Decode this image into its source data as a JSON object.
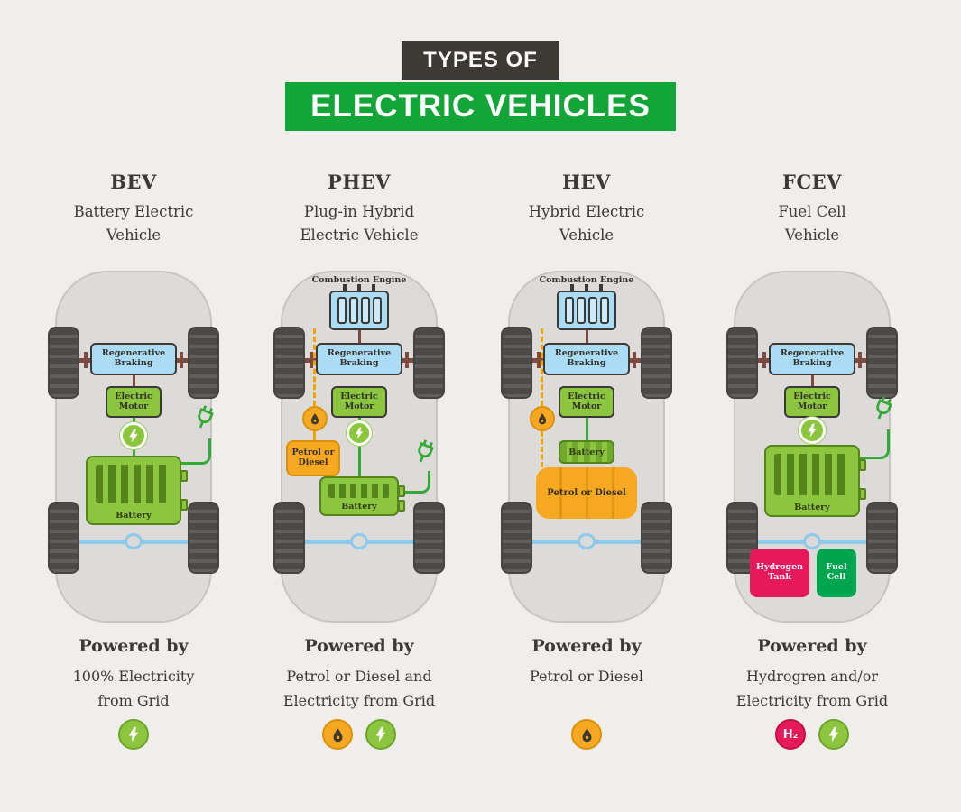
{
  "header": {
    "kicker": "TYPES OF",
    "title": "ELECTRIC VEHICLES"
  },
  "colors": {
    "background": "#efeeeb",
    "banner_dark": "#3d3935",
    "banner_green": "#13a538",
    "component_green": "#8cc63e",
    "regen_blue": "#abdcf5",
    "fuel_orange": "#f6a820",
    "hydrogen_pink": "#e6195c",
    "fuel_cell_green": "#00a550",
    "wire_green": "#35a936",
    "axle_brown": "#7d4a3f",
    "axle_blue": "#8fcbe9"
  },
  "columns": [
    {
      "abbr": "BEV",
      "name_lines": [
        "Battery Electric",
        "Vehicle"
      ],
      "components": {
        "regen": "Regenerative Braking",
        "motor": "Electric Motor",
        "battery": "Battery"
      },
      "powered_by": "Powered by",
      "powered_desc": [
        "100% Electricity",
        "from Grid"
      ],
      "power_icons": [
        "electricity"
      ]
    },
    {
      "abbr": "PHEV",
      "name_lines": [
        "Plug-in Hybrid",
        "Electric Vehicle"
      ],
      "components": {
        "engine": "Combustion Engine",
        "regen": "Regenerative Braking",
        "motor": "Electric Motor",
        "fuel": "Petrol or Diesel",
        "battery": "Battery"
      },
      "powered_by": "Powered by",
      "powered_desc": [
        "Petrol or Diesel and",
        "Electricity from Grid"
      ],
      "power_icons": [
        "fuel",
        "electricity"
      ]
    },
    {
      "abbr": "HEV",
      "name_lines": [
        "Hybrid Electric",
        "Vehicle"
      ],
      "components": {
        "engine": "Combustion Engine",
        "regen": "Regenerative Braking",
        "motor": "Electric Motor",
        "battery": "Battery",
        "fuel": "Petrol or Diesel"
      },
      "powered_by": "Powered by",
      "powered_desc": [
        "Petrol or Diesel"
      ],
      "power_icons": [
        "fuel"
      ]
    },
    {
      "abbr": "FCEV",
      "name_lines": [
        "Fuel Cell",
        "Vehicle"
      ],
      "components": {
        "regen": "Regenerative Braking",
        "motor": "Electric Motor",
        "battery": "Battery",
        "h2_tank": "Hydrogen Tank",
        "fuel_cell": "Fuel Cell"
      },
      "powered_by": "Powered by",
      "powered_desc": [
        "Hydrogren and/or",
        "Electricity from Grid"
      ],
      "power_icons": [
        "hydrogen",
        "electricity"
      ],
      "h2_label": "H₂"
    }
  ]
}
